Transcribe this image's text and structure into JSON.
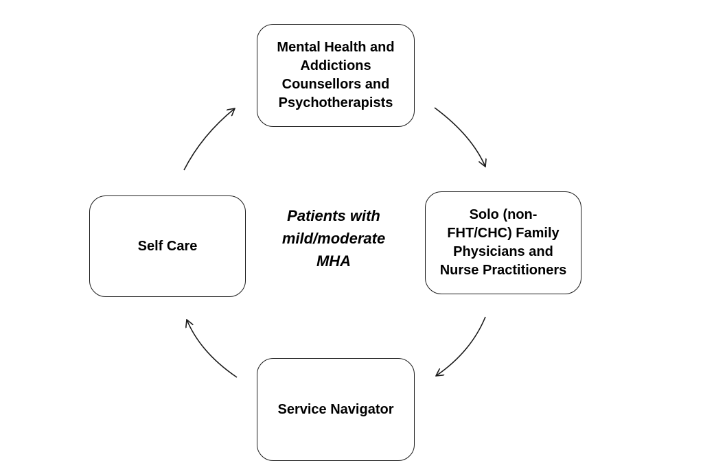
{
  "diagram": {
    "center_label": "Patients with\nmild/moderate\nMHA",
    "nodes": {
      "top": "Mental Health and\nAddictions\nCounsellors and\nPsychotherapists",
      "right": "Solo (non-\nFHT/CHC) Family\nPhysicians and\nNurse Practitioners",
      "bottom": "Service Navigator",
      "left": "Self Care"
    },
    "flow": [
      "top",
      "right",
      "bottom",
      "left",
      "top"
    ]
  }
}
